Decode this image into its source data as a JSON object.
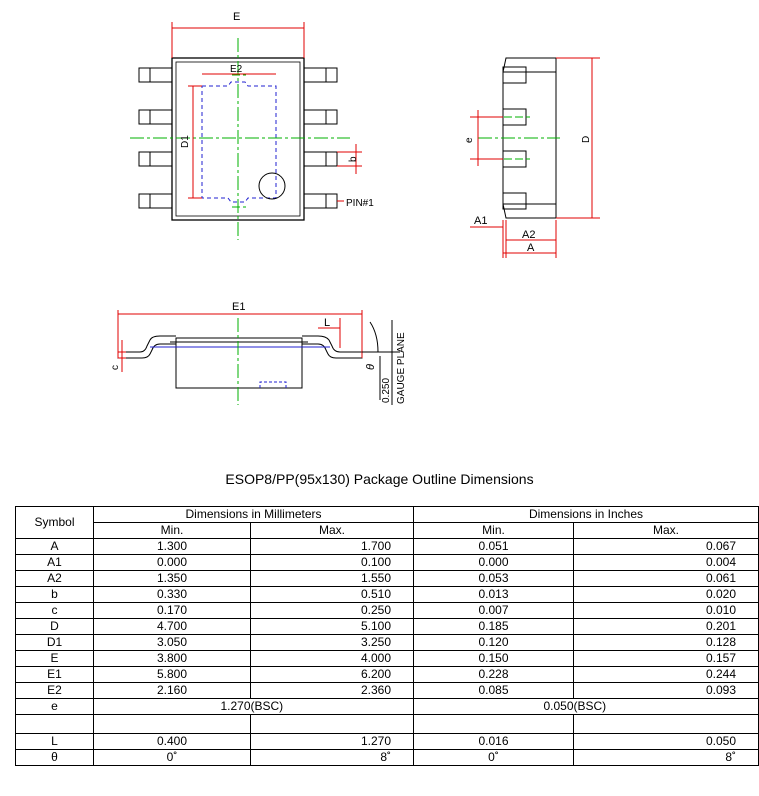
{
  "drawing": {
    "labels": {
      "E": "E",
      "E2": "E2",
      "D1": "D1",
      "b": "b",
      "pin1": "PIN#1",
      "e": "e",
      "D": "D",
      "A1": "A1",
      "A2": "A2",
      "A": "A",
      "E1": "E1",
      "L": "L",
      "c": "c",
      "theta": "θ",
      "gauge_value": "0.250",
      "gauge_plane": "GAUGE PLANE"
    },
    "colors": {
      "outline": "#000000",
      "dimension": "#e00000",
      "centerline": "#00b000",
      "pad": "#2020d0"
    }
  },
  "title": "ESOP8/PP(95x130) Package Outline Dimensions",
  "table": {
    "symbol_header": "Symbol",
    "mm_header": "Dimensions in Millimeters",
    "in_header": "Dimensions in Inches",
    "min_label": "Min.",
    "max_label": "Max.",
    "rows": [
      {
        "symbol": "A",
        "mm_min": "1.300",
        "mm_max": "1.700",
        "in_min": "0.051",
        "in_max": "0.067"
      },
      {
        "symbol": "A1",
        "mm_min": "0.000",
        "mm_max": "0.100",
        "in_min": "0.000",
        "in_max": "0.004"
      },
      {
        "symbol": "A2",
        "mm_min": "1.350",
        "mm_max": "1.550",
        "in_min": "0.053",
        "in_max": "0.061"
      },
      {
        "symbol": "b",
        "mm_min": "0.330",
        "mm_max": "0.510",
        "in_min": "0.013",
        "in_max": "0.020"
      },
      {
        "symbol": "c",
        "mm_min": "0.170",
        "mm_max": "0.250",
        "in_min": "0.007",
        "in_max": "0.010"
      },
      {
        "symbol": "D",
        "mm_min": "4.700",
        "mm_max": "5.100",
        "in_min": "0.185",
        "in_max": "0.201"
      },
      {
        "symbol": "D1",
        "mm_min": "3.050",
        "mm_max": "3.250",
        "in_min": "0.120",
        "in_max": "0.128"
      },
      {
        "symbol": "E",
        "mm_min": "3.800",
        "mm_max": "4.000",
        "in_min": "0.150",
        "in_max": "0.157"
      },
      {
        "symbol": "E1",
        "mm_min": "5.800",
        "mm_max": "6.200",
        "in_min": "0.228",
        "in_max": "0.244"
      },
      {
        "symbol": "E2",
        "mm_min": "2.160",
        "mm_max": "2.360",
        "in_min": "0.085",
        "in_max": "0.093"
      }
    ],
    "e_row": {
      "symbol": "e",
      "mm_a": "1.270",
      "mm_b": "(BSC)",
      "in_a": "0.050",
      "in_b": "(BSC)"
    },
    "tail_rows": [
      {
        "symbol": "L",
        "mm_min": "0.400",
        "mm_max": "1.270",
        "in_min": "0.016",
        "in_max": "0.050"
      },
      {
        "symbol": "θ",
        "mm_min": "0˚",
        "mm_max": "8˚",
        "in_min": "0˚",
        "in_max": "8˚"
      }
    ]
  }
}
